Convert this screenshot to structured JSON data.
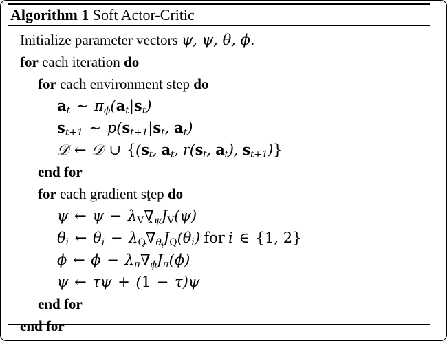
{
  "algorithm": {
    "label": "Algorithm 1",
    "name": "Soft Actor-Critic",
    "lines": [
      {
        "id": "initialize",
        "indent": 1,
        "text": "Initialize parameter vectors ψ, ψ̄, θ, ϕ."
      },
      {
        "id": "for-iteration",
        "indent": 1,
        "text": "for each iteration do"
      },
      {
        "id": "for-environment-step",
        "indent": 2,
        "text": "for each environment step do"
      },
      {
        "id": "sample-action",
        "indent": 3,
        "text": "a_t ~ π_ϕ(a_t|s_t)"
      },
      {
        "id": "sample-next-state",
        "indent": 3,
        "text": "s_{t+1} ~ p(s_{t+1}|s_t, a_t)"
      },
      {
        "id": "update-replay-buffer",
        "indent": 3,
        "text": "D ← D ∪ {(s_t, a_t, r(s_t, a_t), s_{t+1})}"
      },
      {
        "id": "end-for-environment-step",
        "indent": 2,
        "text": "end for"
      },
      {
        "id": "for-gradient-step",
        "indent": 2,
        "text": "for each gradient step do"
      },
      {
        "id": "update-psi",
        "indent": 3,
        "text": "ψ ← ψ − λ_V ∇̂_ψ J_V(ψ)"
      },
      {
        "id": "update-theta",
        "indent": 3,
        "text": "θ_i ← θ_i − λ_Q ∇̂_{θ_i} J_Q(θ_i) for i ∈ {1, 2}"
      },
      {
        "id": "update-phi",
        "indent": 3,
        "text": "ϕ ← ϕ − λ_π ∇̂_ϕ J_π(ϕ)"
      },
      {
        "id": "update-psi-bar",
        "indent": 3,
        "text": "ψ̄ ← τψ + (1 − τ)ψ̄"
      },
      {
        "id": "end-for-gradient-step",
        "indent": 2,
        "text": "end for"
      },
      {
        "id": "end-for-iteration",
        "indent": 1,
        "text": "end for"
      }
    ],
    "keywords": {
      "for": "for",
      "do": "do",
      "end_for": "end for"
    },
    "words": {
      "initialize_prefix": "Initialize parameter vectors",
      "each": "each",
      "iteration": "iteration",
      "environment_step": "environment step",
      "gradient_step": "gradient step",
      "for_italic": "for"
    },
    "symbols": {
      "psi": "ψ",
      "theta": "θ",
      "phi": "ϕ",
      "tau": "τ",
      "pi": "π",
      "lambda": "λ",
      "nabla": "∇",
      "hat": "ˆ",
      "sim": "∼",
      "gets": "←",
      "cup": "∪",
      "in": "∈",
      "minus": "−",
      "plus": "+",
      "comma": ",",
      "period": ".",
      "bar_vertical": "|",
      "D": "𝒟",
      "J": "J",
      "V": "V",
      "Q": "Q",
      "p": "p",
      "r": "r",
      "i": "i",
      "t": "t",
      "one": "1",
      "two": "2",
      "a": "a",
      "s": "s"
    }
  }
}
